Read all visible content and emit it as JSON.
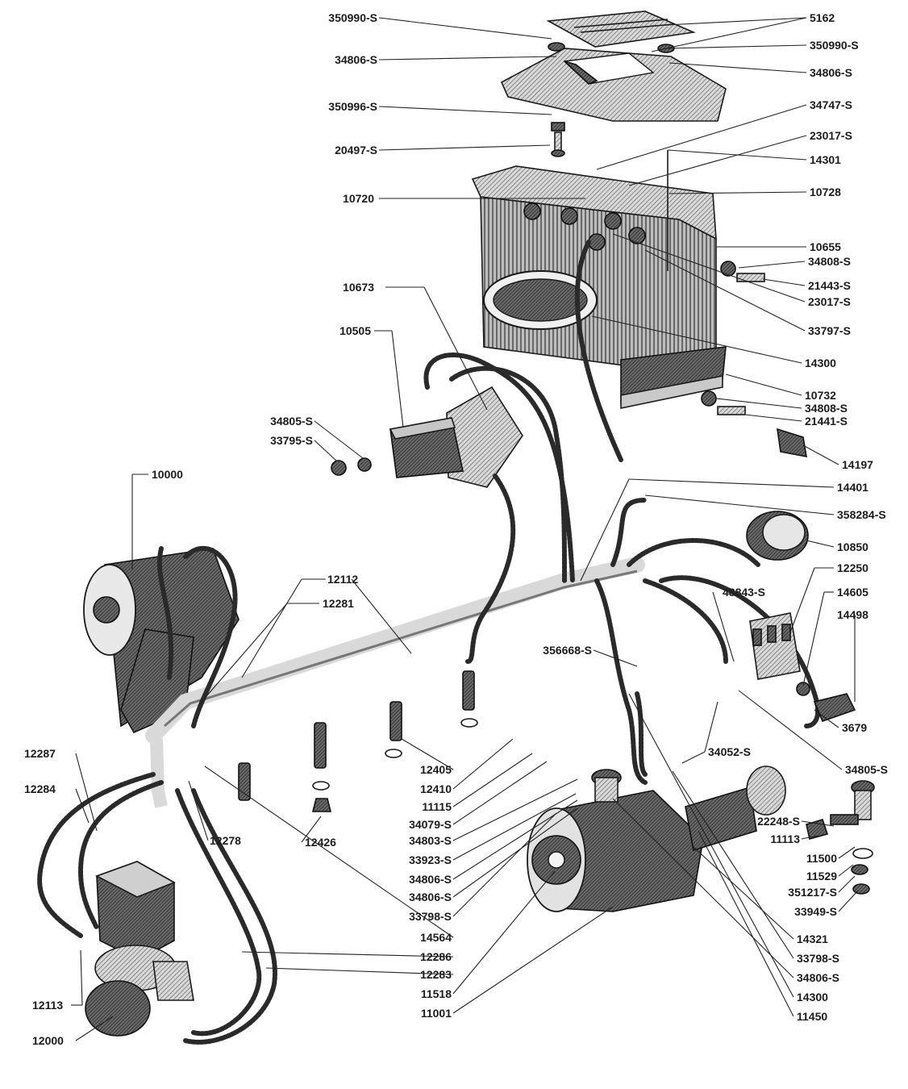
{
  "labels": {
    "p350990S_top": "350990-S",
    "p5162": "5162",
    "p350990S_right": "350990-S",
    "p34806S_top": "34806-S",
    "p34806S_right": "34806-S",
    "p350996S": "350996-S",
    "p34747S": "34747-S",
    "p23017S_top": "23017-S",
    "p20497S": "20497-S",
    "p14301": "14301",
    "p10720": "10720",
    "p10728": "10728",
    "p10655": "10655",
    "p34808S_top": "34808-S",
    "p21443S": "21443-S",
    "p23017S_mid": "23017-S",
    "p10673": "10673",
    "p33797S": "33797-S",
    "p10505": "10505",
    "p14300_top": "14300",
    "p10732": "10732",
    "p34808S_bot": "34808-S",
    "p21441S": "21441-S",
    "p34805S_left": "34805-S",
    "p33795S": "33795-S",
    "p14197": "14197",
    "p10000": "10000",
    "p14401": "14401",
    "p358284S": "358284-S",
    "p10850": "10850",
    "p12112": "12112",
    "p12250": "12250",
    "p12281": "12281",
    "p48843S": "48843-S",
    "p14605": "14605",
    "p14498": "14498",
    "p356668S": "356668-S",
    "p3679": "3679",
    "p12287": "12287",
    "p34052S": "34052-S",
    "p12284": "12284",
    "p12405": "12405",
    "p34805S_right": "34805-S",
    "p12410": "12410",
    "p11115": "11115",
    "p22248S": "22248-S",
    "p34079S": "34079-S",
    "p11113": "11113",
    "p34803S": "34803-S",
    "p11500": "11500",
    "p12278": "12278",
    "p12426": "12426",
    "p33923S": "33923-S",
    "p11529": "11529",
    "p34806S_a": "34806-S",
    "p351217S": "351217-S",
    "p34806S_b": "34806-S",
    "p33949S": "33949-S",
    "p33798S_left": "33798-S",
    "p14564": "14564",
    "p14321": "14321",
    "p12286": "12286",
    "p33798S_right": "33798-S",
    "p12283": "12283",
    "p34806S_bot": "34806-S",
    "p11518": "11518",
    "p14300_bot": "14300",
    "p12113": "12113",
    "p11001": "11001",
    "p11450": "11450",
    "p12000": "12000"
  }
}
